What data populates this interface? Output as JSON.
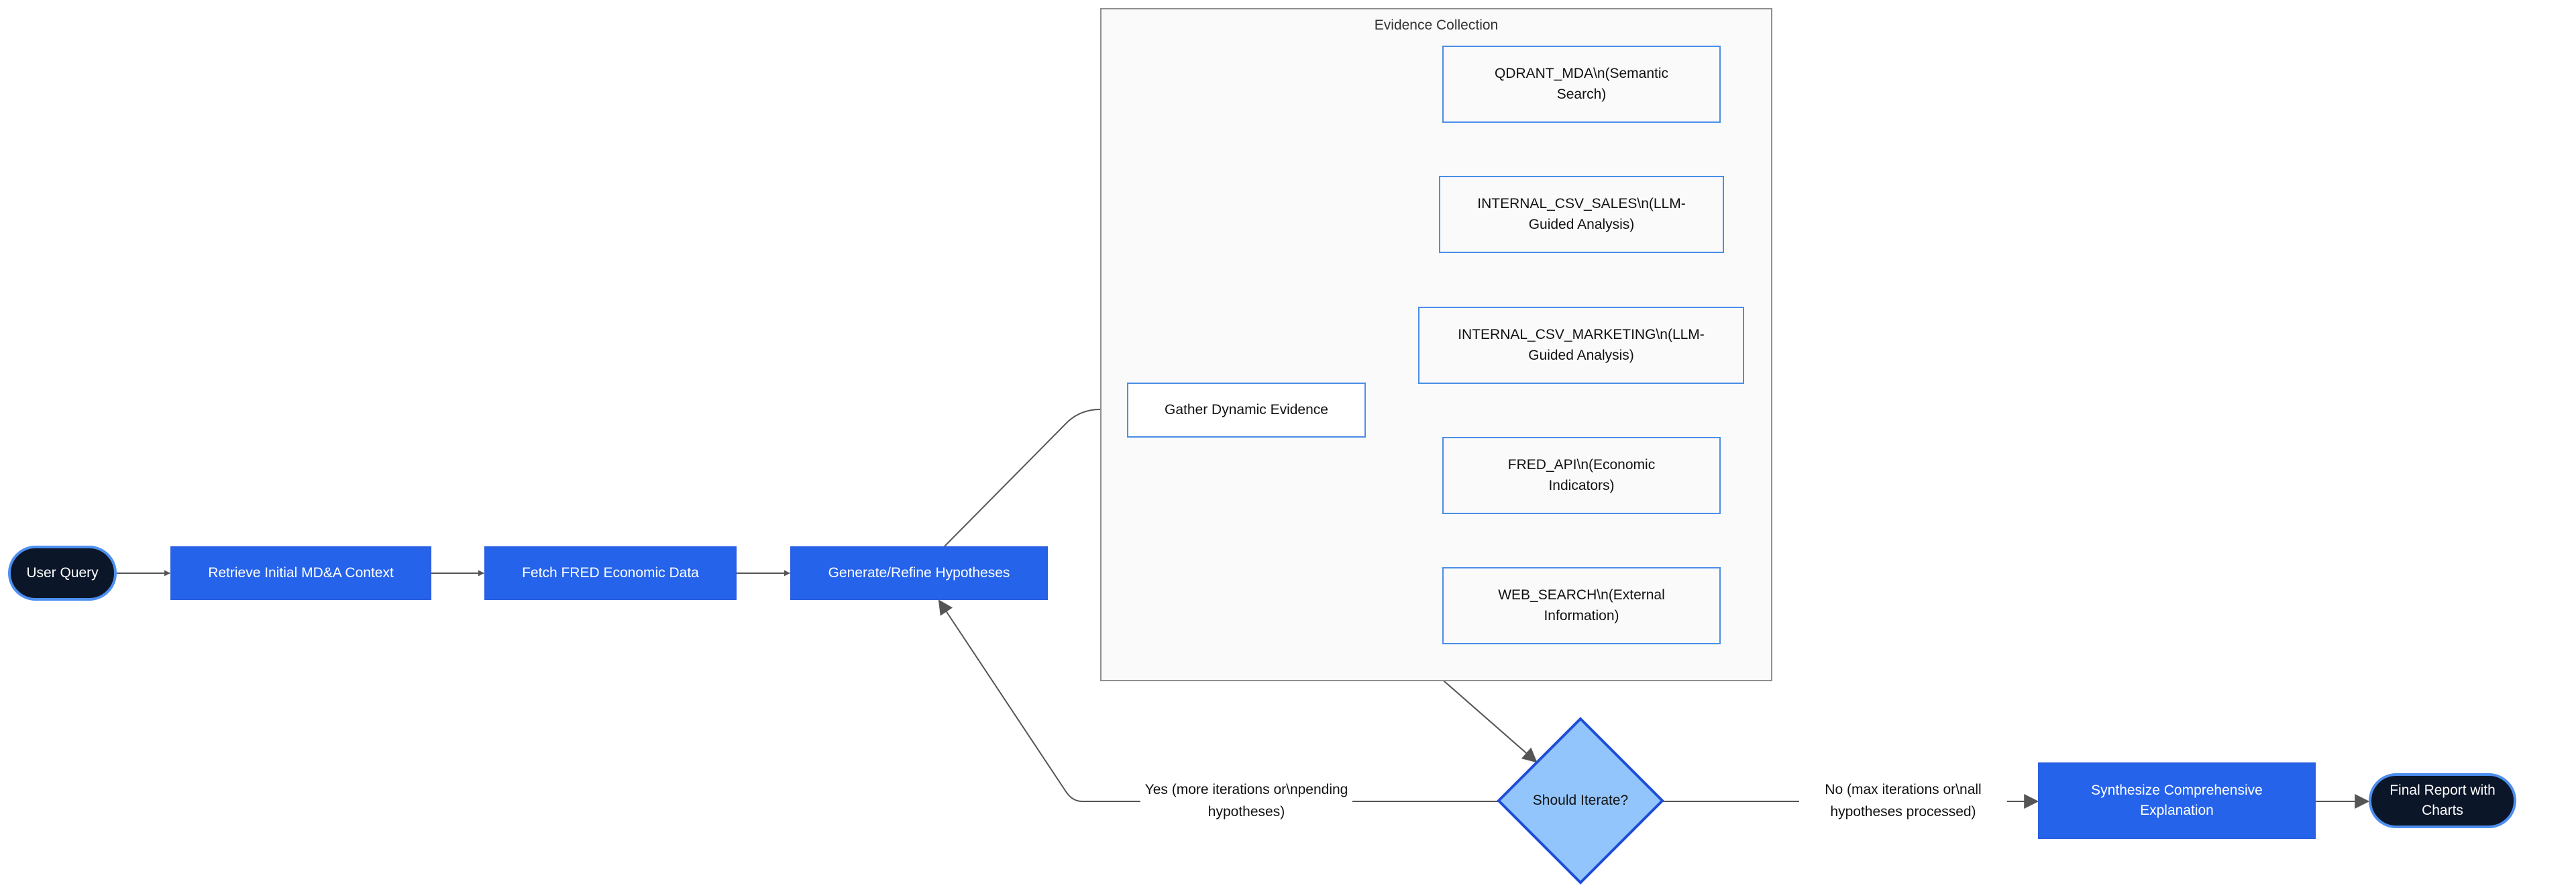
{
  "nodes": {
    "user_query": "User Query",
    "retrieve": "Retrieve Initial MD&A Context",
    "fetch": "Fetch FRED Economic Data",
    "generate": "Generate/Refine Hypotheses",
    "gather": "Gather Dynamic Evidence",
    "decision": "Should Iterate?",
    "synthesize": [
      "Synthesize Comprehensive",
      "Explanation"
    ],
    "final": "Final Report with Charts"
  },
  "cluster": {
    "label": "Evidence Collection"
  },
  "sources": [
    {
      "line1": "QDRANT_MDA\\n(Semantic",
      "line2": "Search)"
    },
    {
      "line1": "INTERNAL_CSV_SALES\\n(LLM-",
      "line2": "Guided Analysis)"
    },
    {
      "line1": "INTERNAL_CSV_MARKETING\\n(LLM-",
      "line2": "Guided Analysis)"
    },
    {
      "line1": "FRED_API\\n(Economic",
      "line2": "Indicators)"
    },
    {
      "line1": "WEB_SEARCH\\n(External",
      "line2": "Information)"
    }
  ],
  "edge_labels": {
    "yes": [
      "Yes (more iterations",
      "or\\npending hypotheses)"
    ],
    "no": [
      "No (max iterations or\\nall",
      "hypotheses processed)"
    ]
  },
  "colors": {
    "terminal_fill": "#0b1629",
    "process_fill": "#2563eb",
    "decision_fill": "#93c5fd",
    "node_border": "#4a8ee8",
    "edge": "#555555"
  }
}
